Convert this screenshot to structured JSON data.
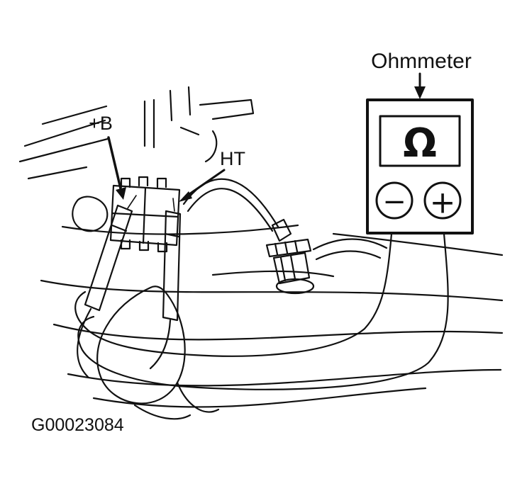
{
  "diagram": {
    "ohmmeter_label": "Ohmmeter",
    "probe_labels": {
      "plus_b": "+B",
      "ht": "HT"
    },
    "meter": {
      "display_symbol": "Ω",
      "minus_terminal": "−",
      "plus_terminal": "+"
    },
    "figure_id": "G00023084",
    "colors": {
      "line": "#111111",
      "background": "#ffffff"
    }
  }
}
